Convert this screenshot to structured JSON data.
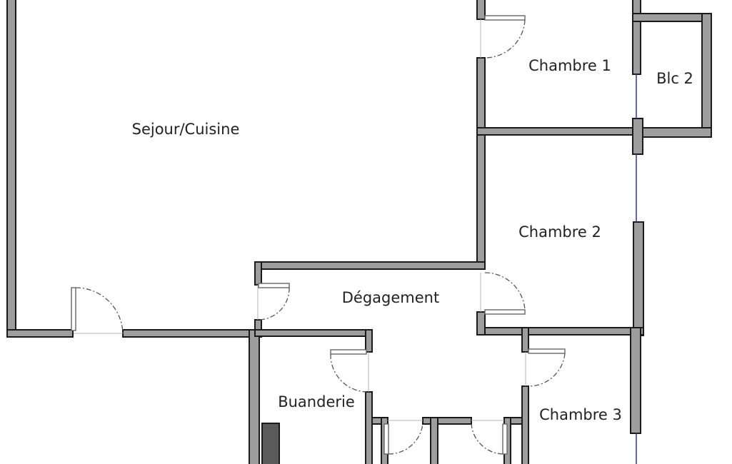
{
  "floor_plan": {
    "rooms": [
      {
        "id": "sejour",
        "label": "Sejour/Cuisine"
      },
      {
        "id": "chambre1",
        "label": "Chambre 1"
      },
      {
        "id": "balcon2",
        "label": "Blc 2"
      },
      {
        "id": "chambre2",
        "label": "Chambre 2"
      },
      {
        "id": "degagement",
        "label": "Dégagement"
      },
      {
        "id": "buanderie",
        "label": "Buanderie"
      },
      {
        "id": "chambre3",
        "label": "Chambre 3"
      }
    ]
  },
  "colors": {
    "wall_fill": "#9e9e9e",
    "wall_outline": "#1a1a1a",
    "window": "#3a3fa8",
    "background": "#ffffff"
  }
}
